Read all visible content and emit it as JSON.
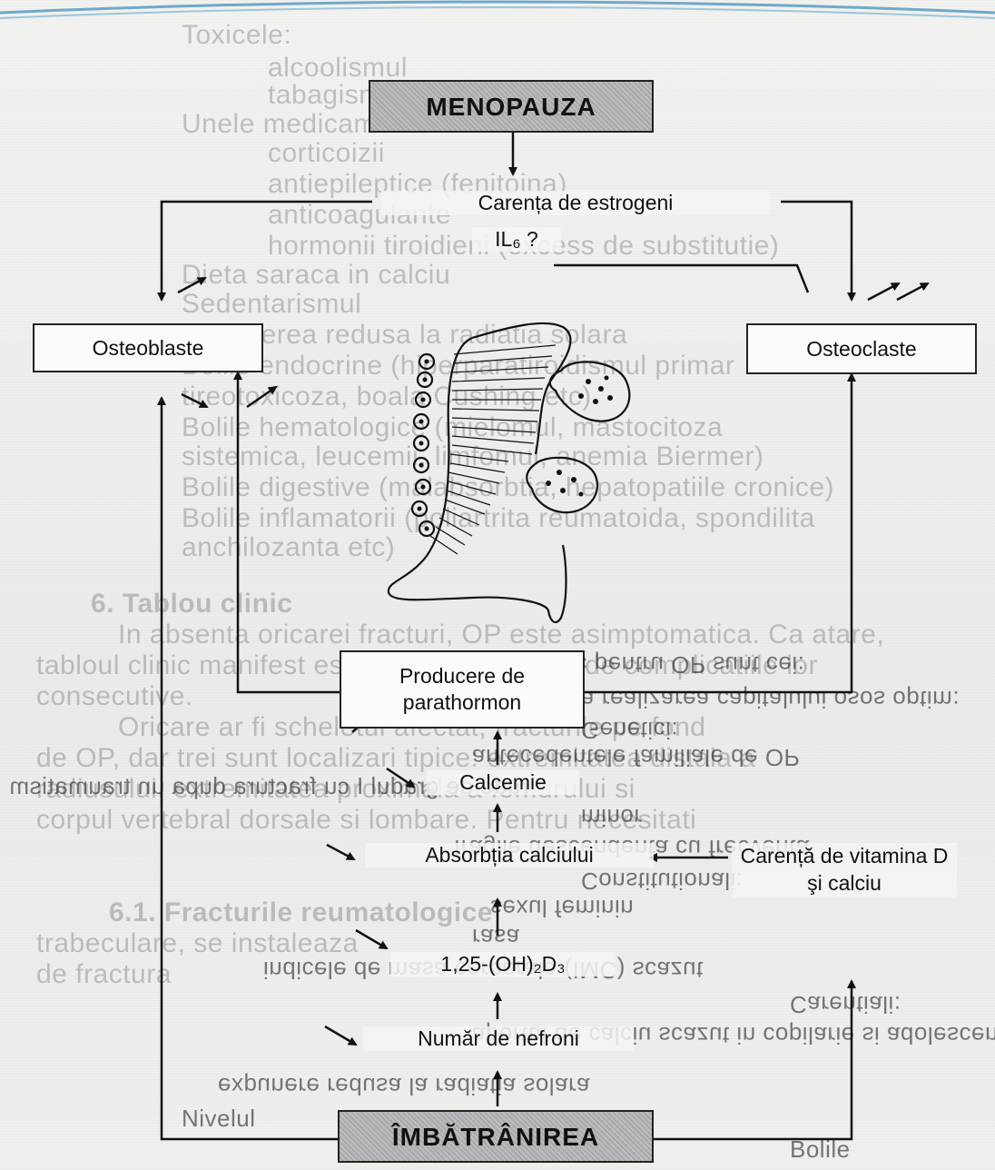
{
  "diagram": {
    "nodes": {
      "menopauza": "MENOPAUZA",
      "carenta_estrogeni": "Carența de estrogeni",
      "il6": "IL₆ ?",
      "osteoblaste": "Osteoblaste",
      "osteoclaste": "Osteoclaste",
      "producere_parathormon": "Producere de parathormon",
      "calcemie": "Calcemie",
      "absorbtia_calciului": "Absorbția calciului",
      "carenta_vitamina_d": "Carență de vitamina D şi calciu",
      "vitamina_d_metabolit": "1,25-(OH)₂D₃",
      "numar_nefroni": "Număr de nefroni",
      "imbatranirea": "ÎMBĂTRÂNIREA"
    },
    "ghost_text": [
      "Toxicele:",
      "alcoolismul",
      "tabagismul",
      "Unele medicamente",
      "corticoizii",
      "antiepileptice (fenitoina)",
      "anticoagulante",
      "hormonii tiroidieni (excess de substitutie)",
      "Dieta saraca in calciu",
      "Sedentarismul",
      "Expunerea redusa la radiatia solara",
      "Bolile endocrine (hiperparatiroidismul primar",
      "tireotoxicoza, boala Cushing etc)",
      "Bolile hematologice (mielomul, mastocitoza",
      "sistemica, leucemii, limfomul, anemia Biermer)",
      "Bolile digestive (malabsorbtia, hepatopatiile cronice)",
      "Bolile inflamatorii (poliartrita reumatoida, spondilita",
      "anchilozanta etc)",
      "6. Tablou clinic",
      "In absenta oricarei fracturi, OP este asimptomatica. Ca atare,",
      "tabloul clinic manifest este dat de fracturi si de complicatiile lor",
      "consecutive.",
      "Oricare ar fi scheletul afectat, fracturile pe fond",
      "de OP, dar trei sunt localizari tipice: extremitatea distala a",
      "radiusului, extremitatea proximala a femurului si",
      "corpul vertebral dorsale si lombare. Pentru necesitati",
      "6.1. Fracturile reumatologice",
      "trabeculare, se instaleaza",
      "de fractura",
      "Factorii de risc pentru OP sunt cei:",
      "D. Care impiedica realizarea capitalului osos optim:",
      "Genetici:",
      "antecedentele familiale de OP",
      "rude de gradul I cu fractura dupa un traumatism",
      "minor",
      "fragile descendenta cu frecventa",
      "Constitutionali:",
      "sexul feminin",
      "rasa",
      "indicele de masa corporala (IMC) scazut",
      "Carentiali:",
      "aportul de calciu scazut in copilarie si adolescenta",
      "expunere redusa la radiatia solara",
      "Nivelul",
      "Bolile"
    ]
  }
}
